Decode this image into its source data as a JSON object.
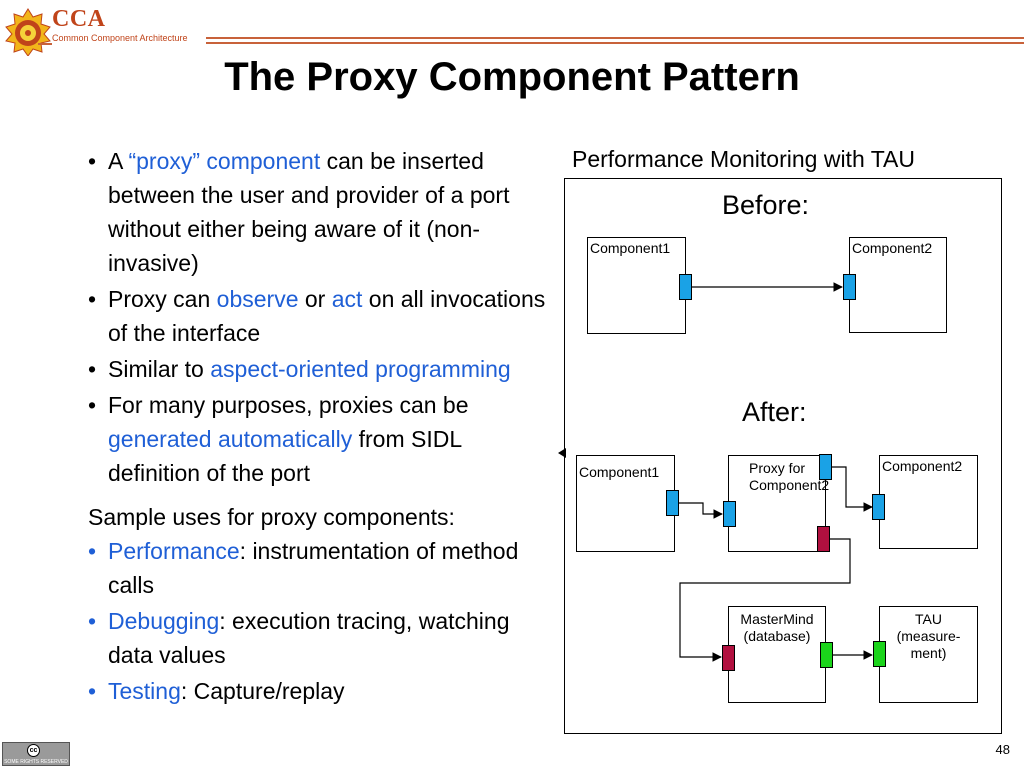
{
  "logo": {
    "name": "CCA",
    "subtitle": "Common Component Architecture"
  },
  "title": "The Proxy Component Pattern",
  "bullets": [
    {
      "segments": [
        {
          "t": "A ",
          "h": false
        },
        {
          "t": "“proxy” component",
          "h": true
        },
        {
          "t": " can be inserted between the user and provider of a port without either being aware of it (non-invasive)",
          "h": false
        }
      ]
    },
    {
      "segments": [
        {
          "t": "Proxy can ",
          "h": false
        },
        {
          "t": "observe",
          "h": true
        },
        {
          "t": " or ",
          "h": false
        },
        {
          "t": "act",
          "h": true
        },
        {
          "t": " on all invocations of the interface",
          "h": false
        }
      ]
    },
    {
      "segments": [
        {
          "t": "Similar to ",
          "h": false
        },
        {
          "t": "aspect-oriented programming",
          "h": true
        }
      ]
    },
    {
      "segments": [
        {
          "t": "For many purposes, proxies can be ",
          "h": false
        },
        {
          "t": "generated automatically",
          "h": true
        },
        {
          "t": " from SIDL definition of the port",
          "h": false
        }
      ]
    }
  ],
  "sample": {
    "heading": "Sample uses for proxy components:",
    "items": [
      {
        "term": "Performance",
        "rest": ": instrumentation of method calls"
      },
      {
        "term": "Debugging",
        "rest": ": execution tracing, watching data values"
      },
      {
        "term": "Testing",
        "rest": ": Capture/replay"
      }
    ]
  },
  "diagram": {
    "title": "Performance Monitoring with TAU",
    "before_label": "Before:",
    "after_label": "After:",
    "before_c1": "Component1",
    "before_c2": "Component2",
    "after_c1": "Component1",
    "proxy": "Proxy for Component2",
    "after_c2": "Component2",
    "mastermind": "MasterMind (database)",
    "tau": "TAU (measure-ment)"
  },
  "colors": {
    "highlight": "#1f5fd6",
    "port_blue": "#1aa2e6",
    "port_red": "#b1103f",
    "port_green": "#1bd41b",
    "accent": "#c8623a"
  },
  "footer": {
    "badge": "SOME RIGHTS RESERVED",
    "badge_icon": "cc",
    "page": "48"
  }
}
